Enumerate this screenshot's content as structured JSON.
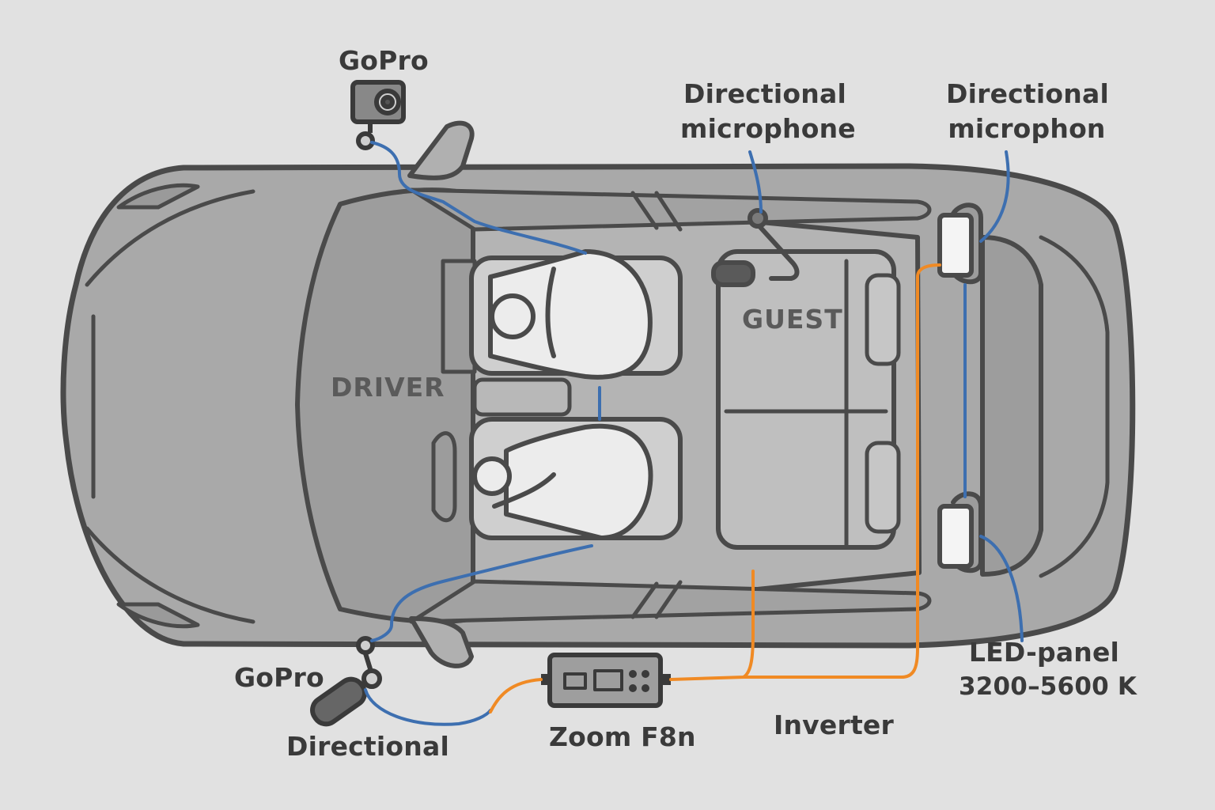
{
  "labels": {
    "gopro_top": "GoPro",
    "mic_center_line1": "Directional",
    "mic_center_line2": "microphone",
    "mic_right_line1": "Directional",
    "mic_right_line2": "microphon",
    "driver": "DRIVER",
    "guest": "GUEST",
    "gopro_bottom": "GoPro",
    "directional_bottom": "Directional",
    "recorder": "Zoom F8n",
    "inverter": "Inverter",
    "led_line1": "LED-panel",
    "led_line2": "3200–5600 K"
  },
  "colors": {
    "background": "#e1e1e1",
    "car_body": "#a9a9a9",
    "outline": "#4a4a4a",
    "signal_cable": "#3d6fb0",
    "power_cable": "#f08a24"
  }
}
